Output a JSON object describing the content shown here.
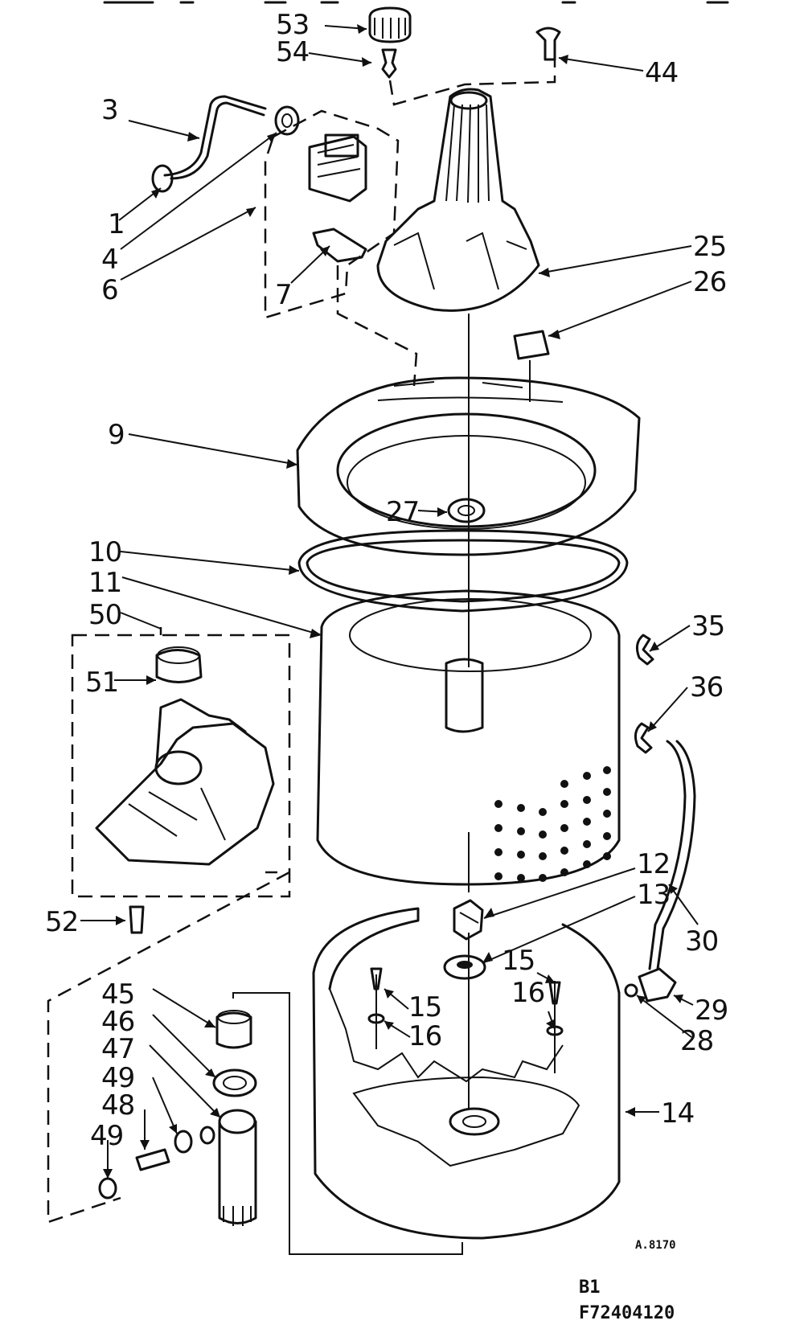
{
  "diagram": {
    "labels": {
      "p1": "1",
      "p3": "3",
      "p4": "4",
      "p6": "6",
      "p7": "7",
      "p9": "9",
      "p10": "10",
      "p11": "11",
      "p12": "12",
      "p13": "13",
      "p14": "14",
      "p15a": "15",
      "p15b": "15",
      "p16a": "16",
      "p16b": "16",
      "p25": "25",
      "p26": "26",
      "p27": "27",
      "p28": "28",
      "p29": "29",
      "p30": "30",
      "p35": "35",
      "p36": "36",
      "p44": "44",
      "p45": "45",
      "p46": "46",
      "p47": "47",
      "p48": "48",
      "p49a": "49",
      "p49b": "49",
      "p50": "50",
      "p51": "51",
      "p52": "52",
      "p53": "53",
      "p54": "54"
    },
    "art_code": "A.8170",
    "sheet_code": "B1",
    "model_number": "F72404120"
  }
}
